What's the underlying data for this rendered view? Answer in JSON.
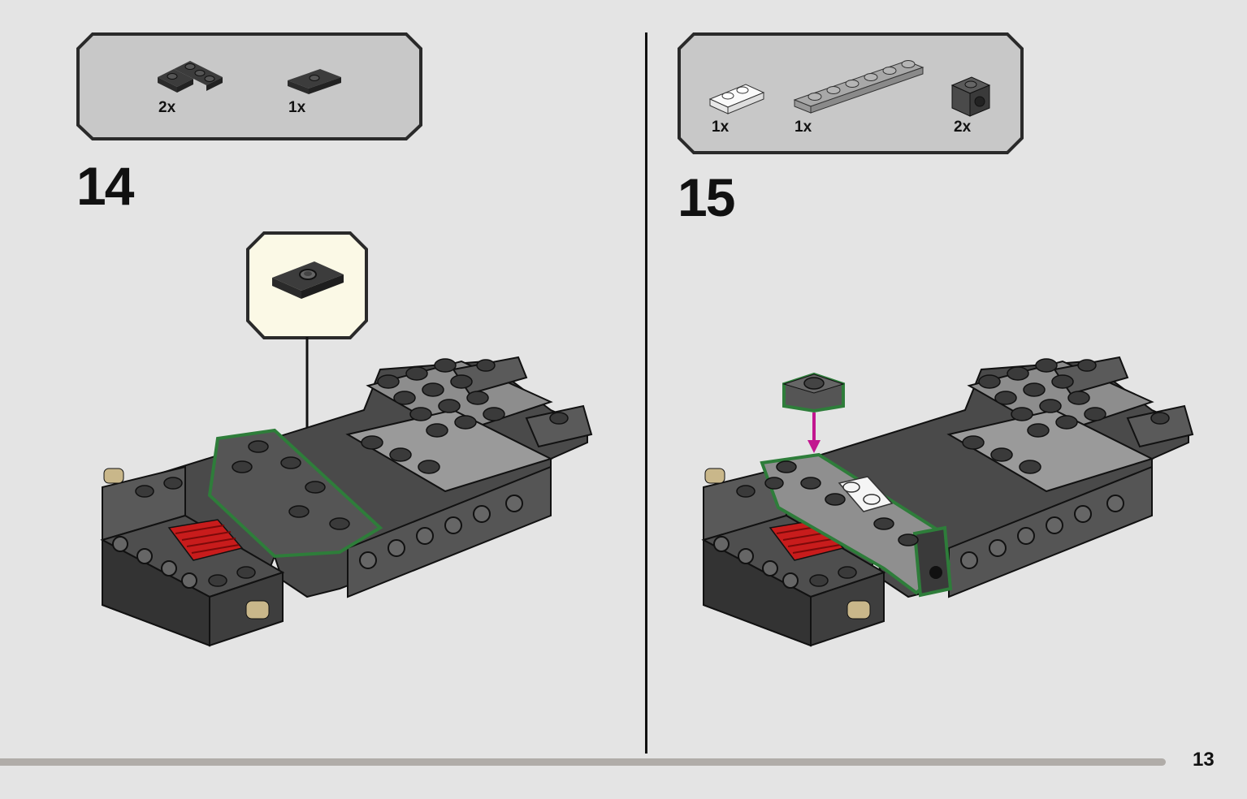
{
  "page": {
    "number": "13"
  },
  "steps": [
    {
      "number": "14",
      "parts": [
        {
          "qty": "2x",
          "icon": "corner-plate-icon"
        },
        {
          "qty": "1x",
          "icon": "jumper-plate-icon"
        }
      ],
      "callout_icon": "jumper-plate-icon"
    },
    {
      "number": "15",
      "parts": [
        {
          "qty": "1x",
          "icon": "white-plate-1x2-icon"
        },
        {
          "qty": "1x",
          "icon": "plate-1x6-icon"
        },
        {
          "qty": "2x",
          "icon": "brick-with-hole-icon"
        }
      ]
    }
  ],
  "colors": {
    "background": "#e4e4e4",
    "parts_box": "#c8c8c8",
    "callout_box": "#fbf9e6",
    "highlight_green": "#2e7d3a",
    "arrow_magenta": "#c2168f",
    "dark_brick": "#4a4a4a",
    "light_brick": "#9a9a9a",
    "red_grille": "#c81c1c"
  }
}
